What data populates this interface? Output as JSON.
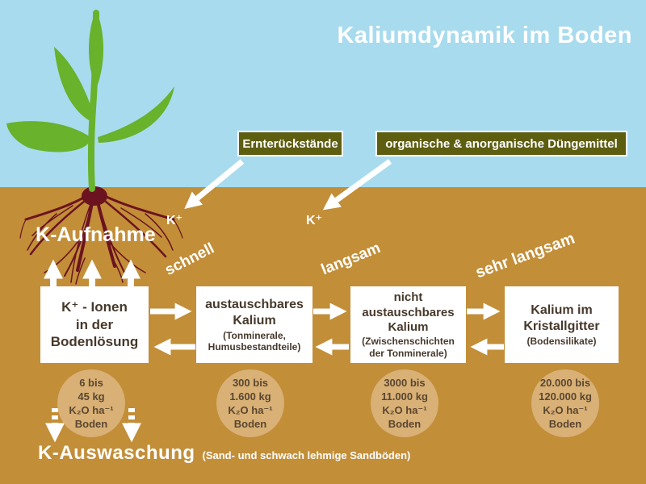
{
  "title": "Kaliumdynamik im Boden",
  "inputs": {
    "residues": "Ernterückstände",
    "fertilizers": "organische & anorganische Düngemittel",
    "k_ion_left": "K⁺",
    "k_ion_right": "K⁺"
  },
  "uptake": {
    "label": "K-Aufnahme"
  },
  "rates": {
    "fast": "schnell",
    "slow": "langsam",
    "very_slow": "sehr langsam"
  },
  "pools": [
    {
      "line1": "K⁺ - Ionen",
      "line2": "in der",
      "line3": "Bodenlösung",
      "amount": {
        "l1": "6 bis",
        "l2": "45 kg",
        "l3": "K₂O ha⁻¹",
        "l4": "Boden"
      }
    },
    {
      "line1": "austauschbares",
      "line2": "Kalium",
      "detail1": "(Tonminerale,",
      "detail2": "Humusbestandteile)",
      "amount": {
        "l1": "300 bis",
        "l2": "1.600 kg",
        "l3": "K₂O ha⁻¹",
        "l4": "Boden"
      }
    },
    {
      "line1": "nicht",
      "line2": "austauschbares",
      "line3": "Kalium",
      "detail1": "(Zwischenschichten",
      "detail2": "der Tonminerale)",
      "amount": {
        "l1": "3000 bis",
        "l2": "11.000 kg",
        "l3": "K₂O ha⁻¹",
        "l4": "Boden"
      }
    },
    {
      "line1": "Kalium im",
      "line2": "Kristallgitter",
      "detail1": "(Bodensilikate)",
      "amount": {
        "l1": "20.000 bis",
        "l2": "120.000 kg",
        "l3": "K₂O ha⁻¹",
        "l4": "Boden"
      }
    }
  ],
  "leaching": {
    "label": "K-Auswaschung",
    "note": "(Sand- und schwach lehmige Sandböden)"
  },
  "colors": {
    "sky": "#a8dbee",
    "soil": "#c28e38",
    "label_box": "#5e5e11",
    "pool_box": "#ffffff",
    "amount_circle": "#d9b075",
    "root": "#6c1320",
    "plant": "#68b22c",
    "arrow": "#ffffff",
    "box_text": "#46392b",
    "circle_text": "#5a4731"
  }
}
